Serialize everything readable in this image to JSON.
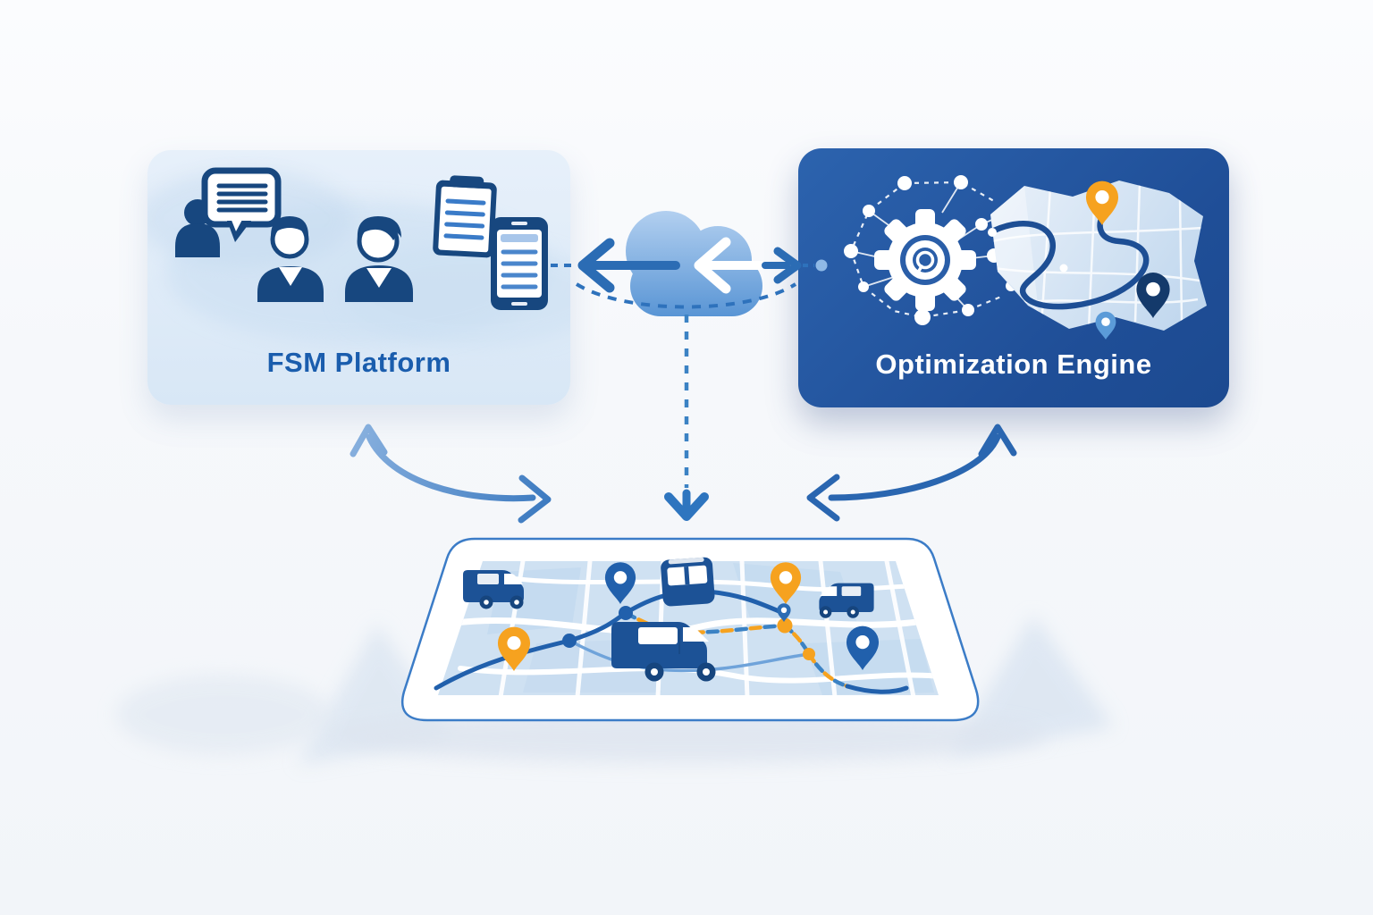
{
  "page": {
    "background": "#f6f8fb"
  },
  "palette": {
    "navy": "#17477f",
    "primary_blue": "#2b6cb4",
    "mid_blue": "#3b82c4",
    "light_blue": "#8fb9e6",
    "sky_blue": "#aecdf0",
    "orange": "#f6a21f",
    "box_light_bg": "#dce9f7",
    "box_dark_bg": "#24549e",
    "map_bg": "#cfe1f2"
  },
  "fsm_box": {
    "label": "FSM Platform",
    "label_color": "#1a5dad",
    "icons": [
      "chat-user-icon",
      "speech-bubble-icon",
      "technician-icon",
      "dispatcher-icon",
      "clipboard-icon",
      "smartphone-icon"
    ]
  },
  "optimization_box": {
    "label": "Optimization Engine",
    "label_color": "#ffffff",
    "icons": [
      "network-nodes-icon",
      "gear-icon",
      "route-map-icon",
      "orange-pin-icon",
      "navy-pin-icon",
      "blue-pin-icon"
    ]
  },
  "connections": {
    "cloud_icon": "cloud-sync-icon",
    "arrows": [
      "sync-left-arrow",
      "sync-inner-white-arrow",
      "sync-right-arrow",
      "dashed-link-left",
      "dashed-link-right",
      "dashed-arc",
      "cloud-to-map-arrow",
      "fsm-map-curved-arrow",
      "engine-map-curved-arrow"
    ]
  },
  "map_panel": {
    "icons": [
      "fleet-van-left",
      "blue-pin",
      "fleet-bus-front",
      "orange-pin",
      "fleet-van-right",
      "orange-pin-left",
      "fleet-van-large",
      "blue-pin-right"
    ],
    "waypoints": {
      "blue_nodes": 3,
      "orange_nodes": 2
    }
  }
}
